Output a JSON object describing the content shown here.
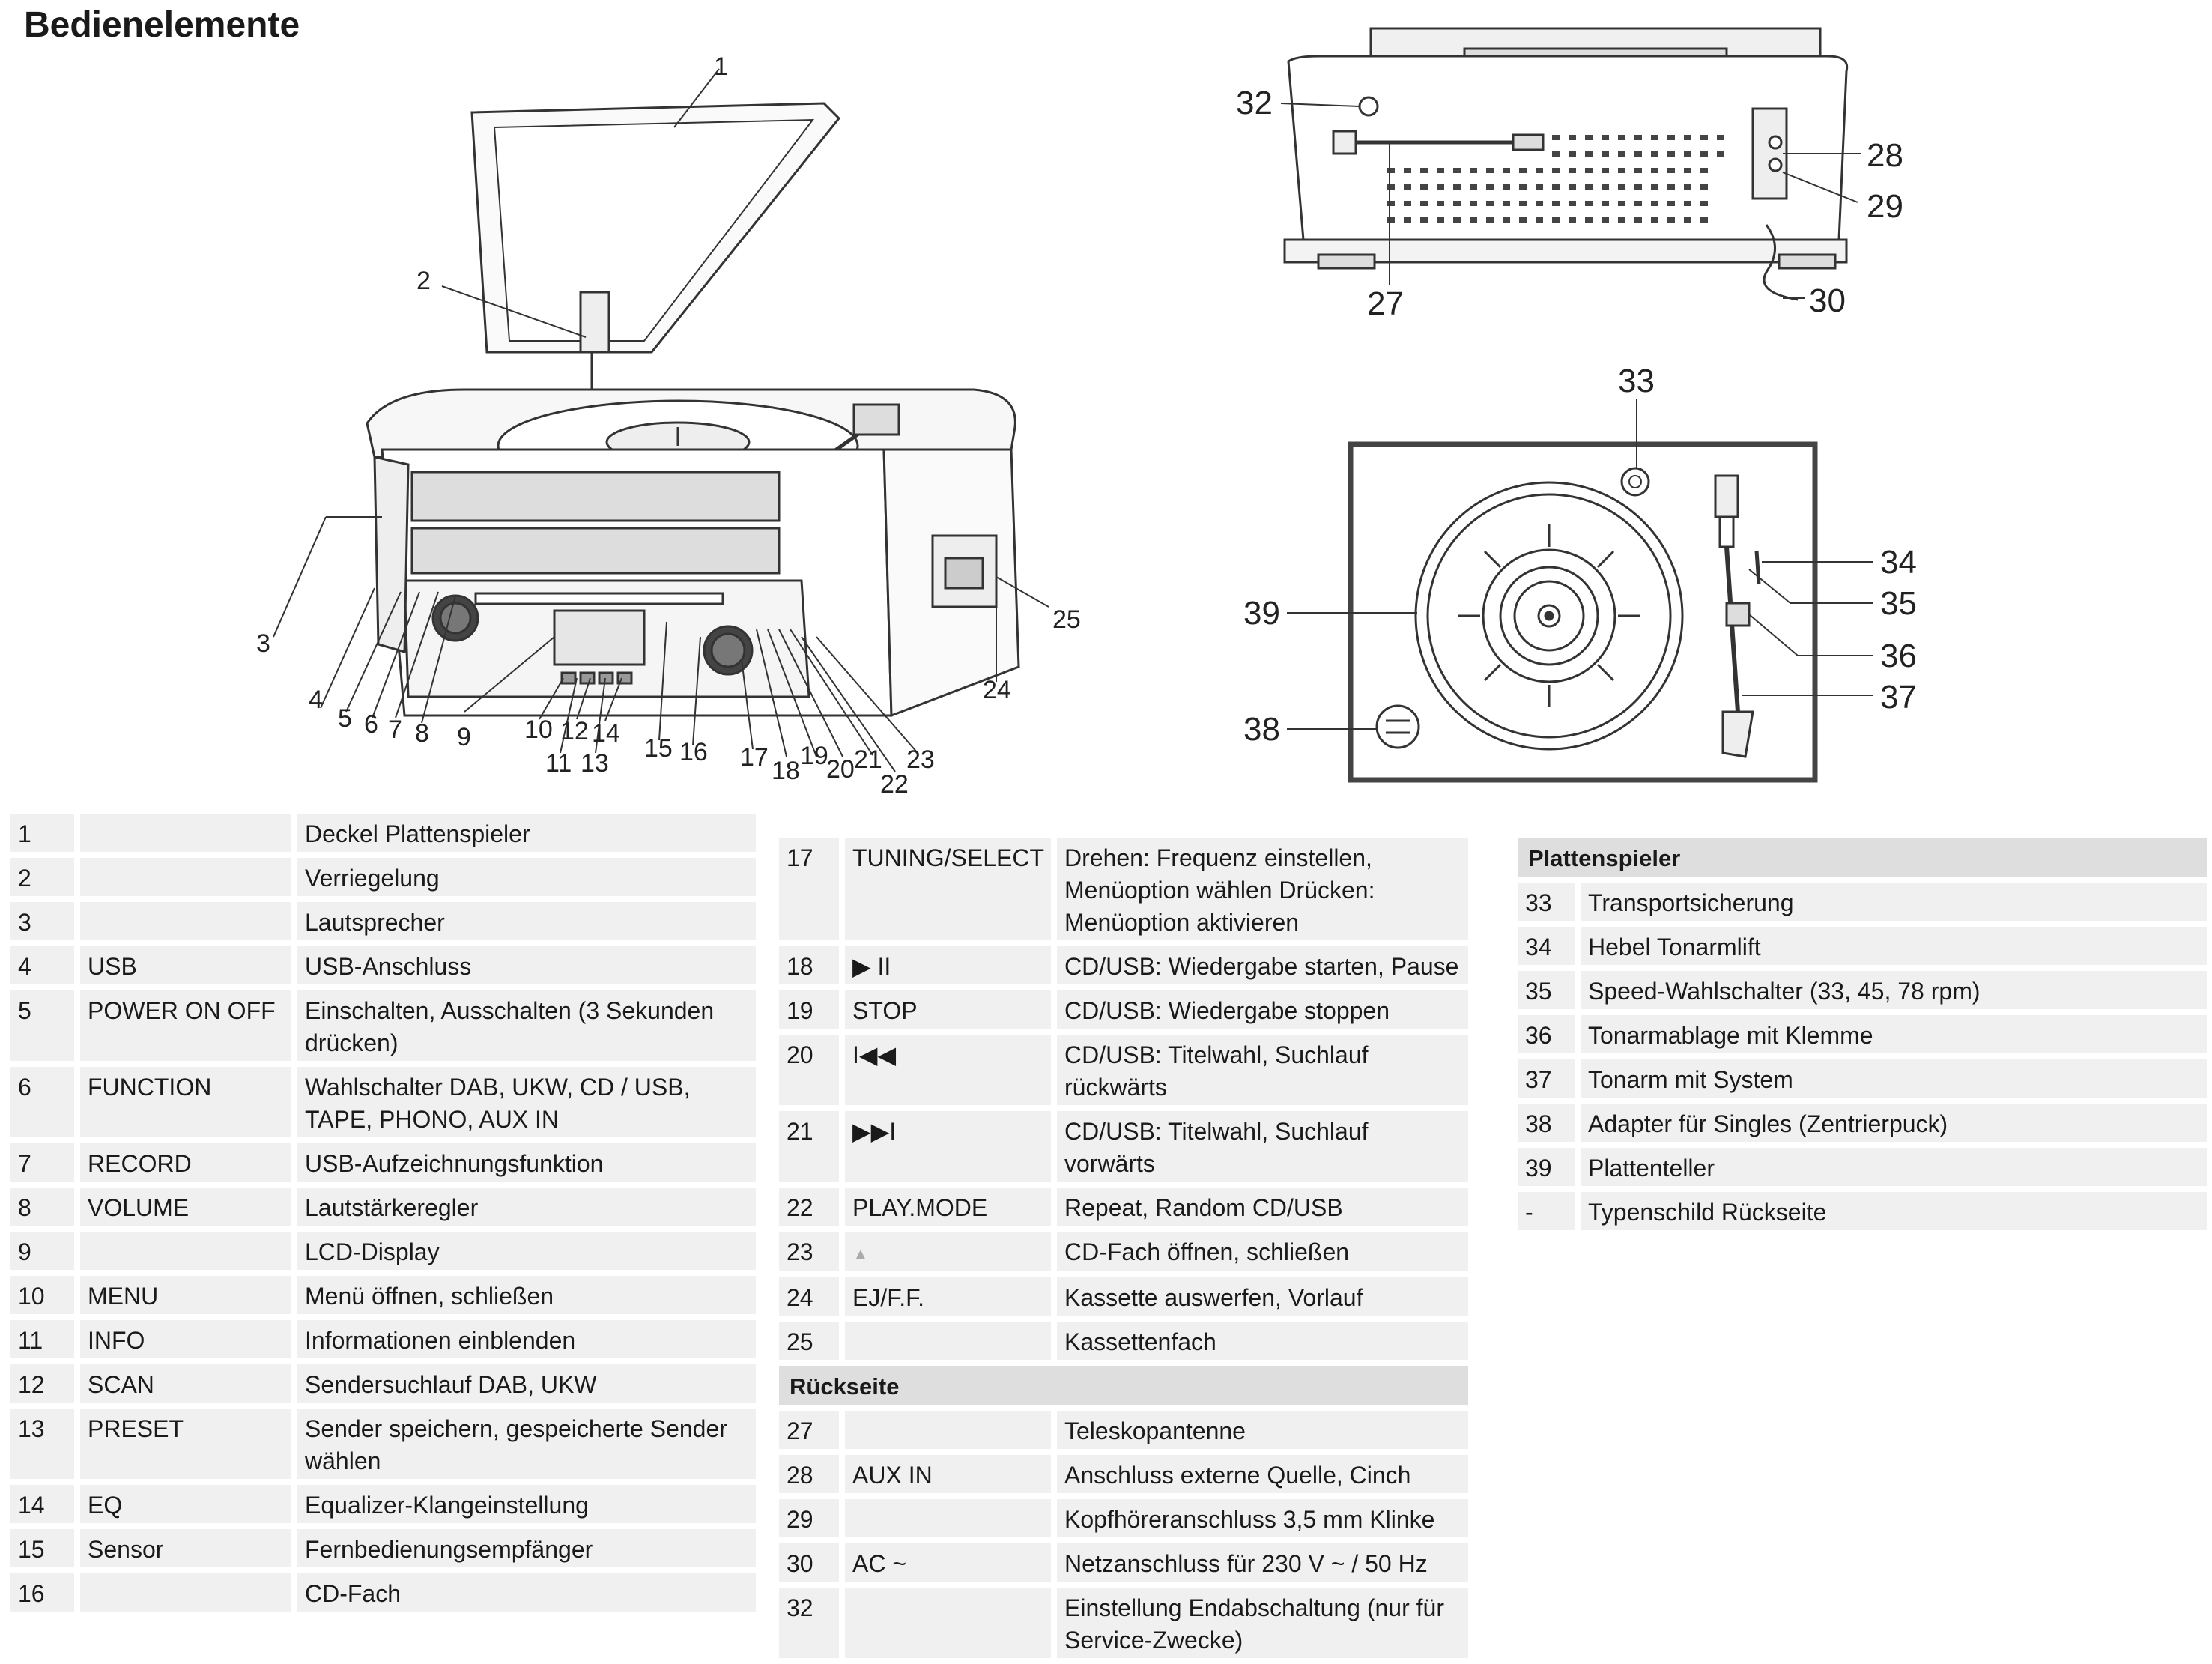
{
  "heading": "Bedienelemente",
  "callouts_main": [
    "1",
    "2",
    "3",
    "4",
    "5",
    "6",
    "7",
    "8",
    "9",
    "10",
    "11",
    "12",
    "13",
    "14",
    "15",
    "16",
    "17",
    "18",
    "19",
    "20",
    "21",
    "22",
    "23",
    "24",
    "25"
  ],
  "callouts_back": [
    "32",
    "28",
    "29",
    "27",
    "30"
  ],
  "callouts_turntable": [
    "33",
    "34",
    "35",
    "36",
    "37",
    "38",
    "39"
  ],
  "table_left": [
    {
      "num": "1",
      "name": "",
      "desc": "Deckel Plattenspieler"
    },
    {
      "num": "2",
      "name": "",
      "desc": "Verriegelung"
    },
    {
      "num": "3",
      "name": "",
      "desc": "Lautsprecher"
    },
    {
      "num": "4",
      "name": "USB",
      "desc": "USB-Anschluss"
    },
    {
      "num": "5",
      "name": "POWER ON OFF",
      "desc": "Einschalten, Ausschalten (3 Sekunden drücken)"
    },
    {
      "num": "6",
      "name": "FUNCTION",
      "desc": "Wahlschalter DAB, UKW, CD / USB, TAPE, PHONO, AUX IN"
    },
    {
      "num": "7",
      "name": "RECORD",
      "desc": "USB-Aufzeichnungsfunktion"
    },
    {
      "num": "8",
      "name": "VOLUME",
      "desc": "Lautstärkeregler"
    },
    {
      "num": "9",
      "name": "",
      "desc": "LCD-Display"
    },
    {
      "num": "10",
      "name": "MENU",
      "desc": "Menü öffnen, schließen"
    },
    {
      "num": "11",
      "name": "INFO",
      "desc": "Informationen einblenden"
    },
    {
      "num": "12",
      "name": "SCAN",
      "desc": "Sendersuchlauf DAB, UKW"
    },
    {
      "num": "13",
      "name": "PRESET",
      "desc": "Sender speichern, gespeicherte Sender wählen"
    },
    {
      "num": "14",
      "name": "EQ",
      "desc": "Equalizer-Klangeinstellung"
    },
    {
      "num": "15",
      "name": "Sensor",
      "desc": "Fernbedienungsempfänger"
    },
    {
      "num": "16",
      "name": "",
      "desc": "CD-Fach"
    }
  ],
  "table_mid": [
    {
      "num": "17",
      "name": "TUNING/SELECT",
      "desc": "Drehen: Frequenz einstellen, Menüoption wählen Drücken: Menüoption aktivieren"
    },
    {
      "num": "18",
      "name": "▶ II",
      "desc": "CD/USB: Wiedergabe starten, Pause"
    },
    {
      "num": "19",
      "name": "STOP",
      "desc": "CD/USB: Wiedergabe stoppen"
    },
    {
      "num": "20",
      "name": "I◀◀",
      "desc": "CD/USB: Titelwahl, Suchlauf rückwärts"
    },
    {
      "num": "21",
      "name": "▶▶I",
      "desc": "CD/USB: Titelwahl, Suchlauf vorwärts"
    },
    {
      "num": "22",
      "name": "PLAY.MODE",
      "desc": "Repeat, Random CD/USB"
    },
    {
      "num": "23",
      "name": "▲",
      "desc": "CD-Fach öffnen, schließen"
    },
    {
      "num": "24",
      "name": "EJ/F.F.",
      "desc": "Kassette auswerfen, Vorlauf"
    },
    {
      "num": "25",
      "name": "",
      "desc": "Kassettenfach"
    }
  ],
  "section_back": "Rückseite",
  "table_back": [
    {
      "num": "27",
      "name": "",
      "desc": "Teleskopantenne"
    },
    {
      "num": "28",
      "name": "AUX IN",
      "desc": "Anschluss externe Quelle, Cinch"
    },
    {
      "num": "29",
      "name": "",
      "desc": "Kopfhöreranschluss 3,5 mm Klinke"
    },
    {
      "num": "30",
      "name": "AC ~",
      "desc": "Netzanschluss für 230 V ~ / 50 Hz"
    },
    {
      "num": "32",
      "name": "",
      "desc": "Einstellung Endabschaltung (nur für Service-Zwecke)"
    }
  ],
  "section_turntable": "Plattenspieler",
  "table_right": [
    {
      "num": "33",
      "desc": "Transportsicherung"
    },
    {
      "num": "34",
      "desc": "Hebel Tonarmlift"
    },
    {
      "num": "35",
      "desc": "Speed-Wahlschalter (33, 45, 78 rpm)"
    },
    {
      "num": "36",
      "desc": "Tonarmablage mit Klemme"
    },
    {
      "num": "37",
      "desc": "Tonarm mit System"
    },
    {
      "num": "38",
      "desc": "Adapter für Singles (Zentrierpuck)"
    },
    {
      "num": "39",
      "desc": "Plattenteller"
    },
    {
      "num": "-",
      "desc": "Typenschild Rückseite"
    }
  ]
}
